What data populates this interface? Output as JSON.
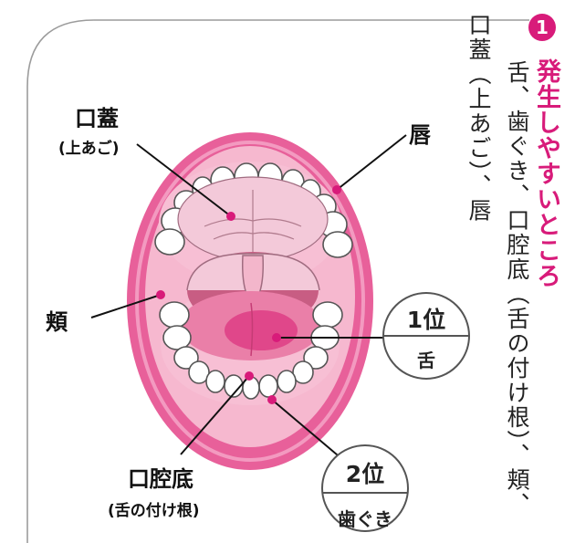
{
  "sidebar": {
    "number": "1",
    "heading": "発生しやすいところ",
    "body_line1": "舌、歯ぐき、口腔底（舌の付け根）、頬、",
    "body_line2": "口蓋（上あご）、唇"
  },
  "labels": {
    "palate": "口蓋",
    "palate_sub": "(上あご)",
    "lip": "唇",
    "cheek": "頬",
    "floor": "口腔底",
    "floor_sub": "(舌の付け根)"
  },
  "ranks": [
    {
      "rank": "1位",
      "site": "舌"
    },
    {
      "rank": "2位",
      "site": "歯ぐき"
    }
  ],
  "colors": {
    "accent": "#d81b7a",
    "lip_pink": "#e8609a",
    "frame": "#9c9c9c"
  }
}
